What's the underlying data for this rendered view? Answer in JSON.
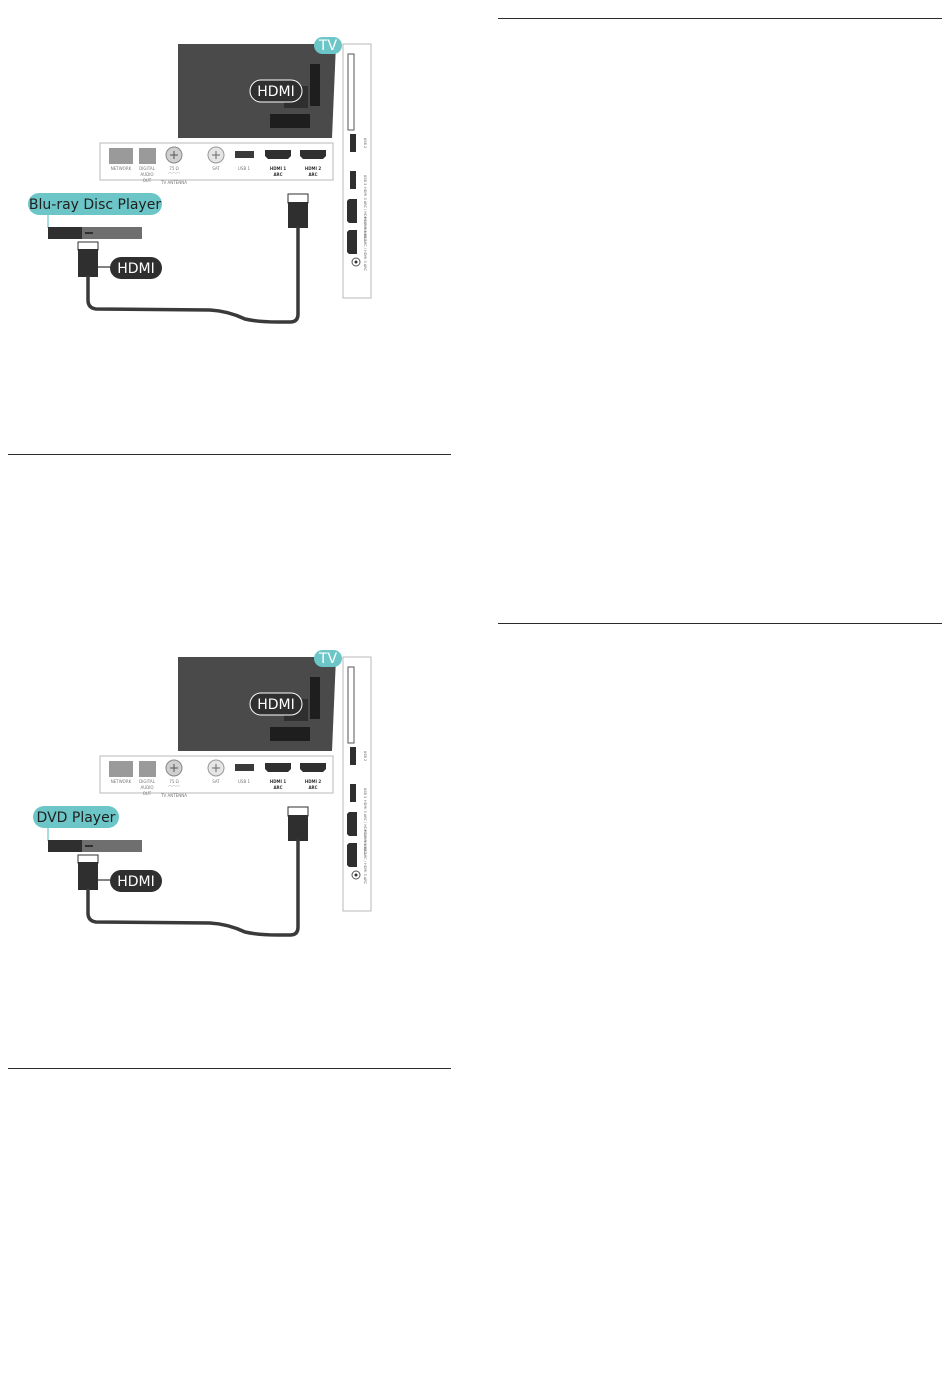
{
  "diagrams": [
    {
      "device_label": "Blu-ray Disc Player",
      "tv_badge": "TV",
      "cable_label_tv": "HDMI",
      "cable_label_device": "HDMI",
      "back_panel": {
        "network": "NETWORK",
        "digital_audio_out": [
          "DIGITAL",
          "AUDIO",
          "OUT"
        ],
        "antenna": [
          "75 Ω",
          "⌒⌒⌒",
          "TV ANTENNA"
        ],
        "sat": "SAT",
        "usb1": "USB 1",
        "hdmi1": [
          "HDMI 1",
          "ARC"
        ],
        "hdmi2": [
          "HDMI 2",
          "ARC"
        ]
      },
      "side_panel": {
        "usb2": "USB 2",
        "usb3": "USB 3",
        "hdmi3": "HDMI 3 ARC / HDMI 4 MHL ARC",
        "hdmi4": "HDMI 4 MHL ARC / HDMI 3 ARC"
      }
    },
    {
      "device_label": "DVD Player",
      "tv_badge": "TV",
      "cable_label_tv": "HDMI",
      "cable_label_device": "HDMI",
      "back_panel": {
        "network": "NETWORK",
        "digital_audio_out": [
          "DIGITAL",
          "AUDIO",
          "OUT"
        ],
        "antenna": [
          "75 Ω",
          "⌒⌒⌒",
          "TV ANTENNA"
        ],
        "sat": "SAT",
        "usb1": "USB 1",
        "hdmi1": [
          "HDMI 1",
          "ARC"
        ],
        "hdmi2": [
          "HDMI 2",
          "ARC"
        ]
      },
      "side_panel": {
        "usb2": "USB 2",
        "usb3": "USB 3",
        "hdmi3": "HDMI 3 ARC / HDMI 4 MHL ARC",
        "hdmi4": "HDMI 4 MHL ARC / HDMI 3 ARC"
      }
    }
  ],
  "colors": {
    "accent": "#6cc6c7",
    "tv_body": "#4a4a4a",
    "cable": "#3a3a3a",
    "panel_border": "#b9b9b9",
    "pill_dark": "#2f2f2f",
    "rule": "#2b2b2b"
  }
}
